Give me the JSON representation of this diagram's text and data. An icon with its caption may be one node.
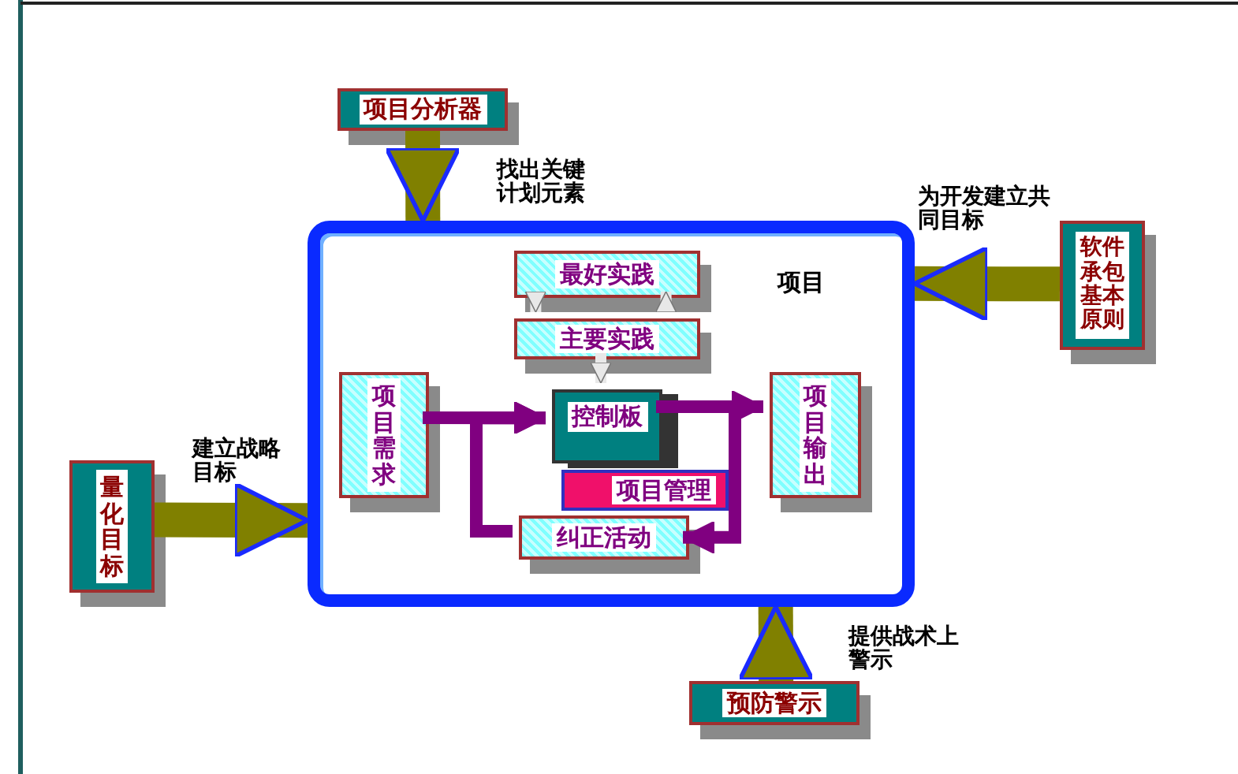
{
  "diagram": {
    "nodes": [
      {
        "text": [
          "项目"
        ]
      },
      {
        "text": [
          "最好实践"
        ],
        "in": 0
      },
      {
        "text": [
          "主要实践"
        ],
        "in": 0
      },
      {
        "text": [
          "控制板"
        ],
        "in": 0
      },
      {
        "text": [
          "项目管理"
        ],
        "in": 0
      },
      {
        "text": [
          "项目需求"
        ],
        "in": 0
      },
      {
        "text": [
          "项目输出"
        ],
        "in": 0
      },
      {
        "text": [
          "纠正活动"
        ],
        "in": 0
      },
      {
        "text": [
          "项目分析器"
        ]
      },
      {
        "text": [
          "软件承包基本原则"
        ]
      },
      {
        "text": [
          "量化目标"
        ]
      },
      {
        "text": [
          "预防警示"
        ]
      }
    ],
    "edges": [
      {
        "from": 8,
        "to": 0,
        "arrow": "to",
        "label": "找出关键计划元素",
        "style": "thick",
        "color": "#808000"
      },
      {
        "from": 9,
        "to": 0,
        "arrow": "to",
        "label": "为开发建立共同目标",
        "style": "thick",
        "color": "#808000"
      },
      {
        "from": 10,
        "to": 0,
        "arrow": "to",
        "label": "建立战略目标",
        "style": "thick",
        "color": "#808000"
      },
      {
        "from": 11,
        "to": 0,
        "arrow": "to",
        "label": "提供战术上警示",
        "style": "thick",
        "color": "#808000"
      },
      {
        "from": 1,
        "to": 2,
        "arrow": "to",
        "color": "#e8e8e8"
      },
      {
        "from": 2,
        "to": 1,
        "arrow": "to",
        "color": "#e8e8e8"
      },
      {
        "from": 2,
        "to": 3,
        "arrow": "to",
        "color": "#e8e8e8"
      },
      {
        "from": 5,
        "to": 3,
        "arrow": "to",
        "color": "#800080"
      },
      {
        "from": 7,
        "to": 3,
        "arrow": "to",
        "color": "#800080"
      },
      {
        "from": 3,
        "to": 6,
        "arrow": "to",
        "color": "#800080"
      },
      {
        "from": 3,
        "to": 7,
        "arrow": "to",
        "color": "#800080"
      }
    ]
  }
}
